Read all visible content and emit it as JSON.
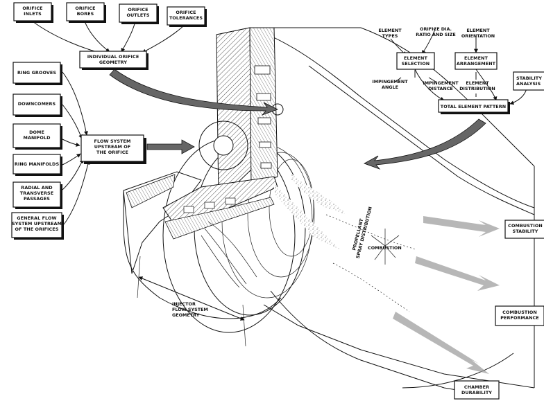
{
  "labels": {
    "orifice_inlets": [
      "ORIFICE",
      "INLETS"
    ],
    "orifice_bores": [
      "ORIFICE",
      "BORES"
    ],
    "orifice_outlets": [
      "ORIFICE",
      "OUTLETS"
    ],
    "orifice_tolerances": [
      "ORIFICE",
      "TOLERANCES"
    ],
    "individual_orifice_geometry": [
      "INDIVIDUAL ORIFICE",
      "GEOMETRY"
    ],
    "ring_grooves": [
      "RING GROOVES"
    ],
    "downcomers": [
      "DOWNCOMERS"
    ],
    "dome_manifold": [
      "DOME",
      "MANIFOLD"
    ],
    "ring_manifolds": [
      "RING MANIFOLDS"
    ],
    "radial_transverse": [
      "RADIAL AND",
      "TRANSVERSE",
      "PASSAGES"
    ],
    "general_flow": [
      "GENERAL FLOW",
      "SYSTEM UPSTREAM",
      "OF THE ORIFICES"
    ],
    "flow_system_upstream": [
      "FLOW SYSTEM",
      "UPSTREAM OF",
      "THE ORIFICE"
    ],
    "element_types": [
      "ELEMENT",
      "TYPES"
    ],
    "orifice_dia": [
      "ORIFICE DIA.",
      "RATIO AND SIZE"
    ],
    "element_orientation": [
      "ELEMENT",
      "ORIENTATION"
    ],
    "element_selection": [
      "ELEMENT",
      "SELECTION"
    ],
    "element_arrangement": [
      "ELEMENT",
      "ARRANGEMENT"
    ],
    "stability_analysis": [
      "STABILITY",
      "ANALYSIS"
    ],
    "impingement_angle": [
      "IMPINGEMENT",
      "ANGLE"
    ],
    "impingement_distance": [
      "IMPINGEMENT",
      "DISTANCE"
    ],
    "element_distribution": [
      "ELEMENT",
      "DISTRIBUTION"
    ],
    "total_element_pattern": [
      "TOTAL ELEMENT PATTERN"
    ],
    "propellant_spray": [
      "PROPELLANT",
      "SPRAY DISTRIBUTION"
    ],
    "combustion": [
      "COMBUSTION"
    ],
    "combustion_stability": [
      "COMBUSTION",
      "STABILITY"
    ],
    "combustion_performance": [
      "COMBUSTION",
      "PERFORMANCE"
    ],
    "chamber_durability": [
      "CHAMBER",
      "DURABILITY"
    ],
    "injector_flow_system": [
      "INJECTOR",
      "FLOW SYSTEM",
      "GEOMETRY"
    ]
  }
}
